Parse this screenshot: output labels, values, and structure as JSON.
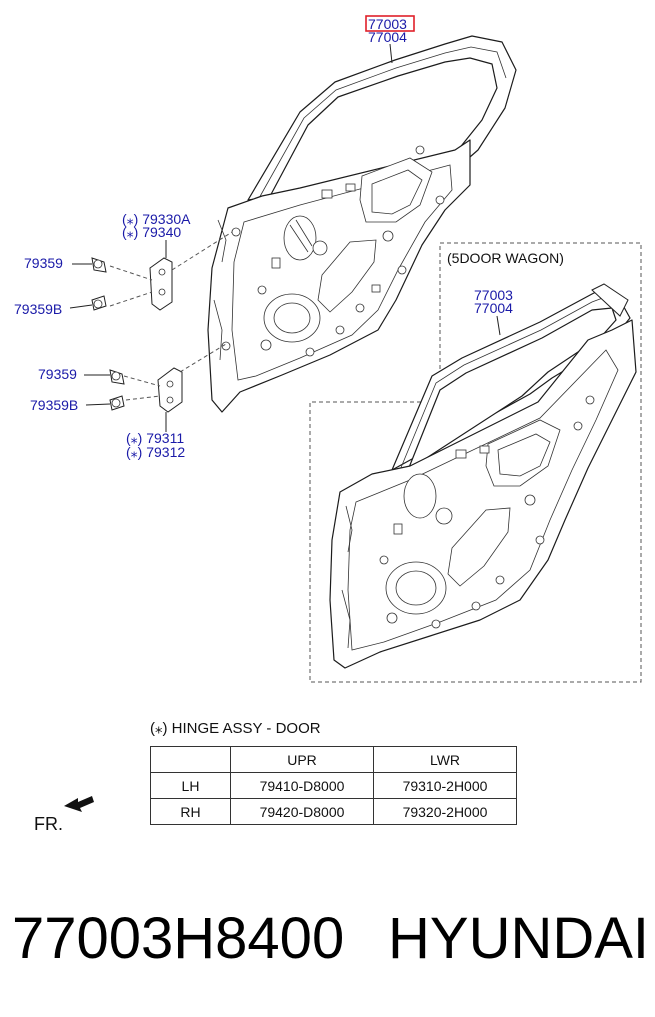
{
  "callouts": {
    "main_top": "77003",
    "main_bottom": "77004",
    "hinge_upper_a": "(⁎) 79330A",
    "hinge_upper_b": "(⁎) 79340",
    "bolt_1": "79359",
    "bolt_1b": "79359B",
    "bolt_2": "79359",
    "bolt_2b": "79359B",
    "hinge_lower_a": "(⁎) 79311",
    "hinge_lower_b": "(⁎) 79312",
    "wagon_title": "(5DOOR WAGON)",
    "wagon_top": "77003",
    "wagon_bottom": "77004",
    "fr_label": "FR."
  },
  "highlight_color": "#e0202a",
  "label_color": "#1a1aa8",
  "hinge_note": "(⁎) HINGE ASSY - DOOR",
  "hinge_table": {
    "headers": [
      "",
      "UPR",
      "LWR"
    ],
    "rows": [
      [
        "LH",
        "79410-D8000",
        "79310-2H000"
      ],
      [
        "RH",
        "79420-D8000",
        "79320-2H000"
      ]
    ]
  },
  "footer": {
    "part_number": "77003H8400",
    "brand": "HYUNDAI"
  }
}
